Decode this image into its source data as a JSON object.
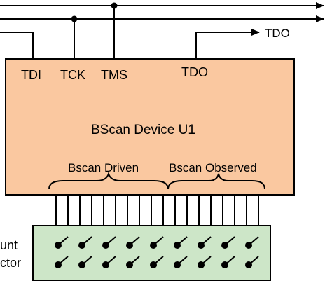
{
  "device": {
    "title": "BScan Device U1",
    "pins": {
      "tdi": "TDI",
      "tck": "TCK",
      "tms": "TMS",
      "tdo": "TDO"
    },
    "groups": {
      "driven": "Bscan Driven",
      "observed": "Bscan Observed"
    }
  },
  "signals": {
    "tdo_out": "TDO"
  },
  "connector": {
    "label_line1": "unt",
    "label_line2": "ctor"
  },
  "colors": {
    "device_fill": "#fac8a0",
    "connector_fill": "#cde6c8",
    "line": "#000000"
  }
}
